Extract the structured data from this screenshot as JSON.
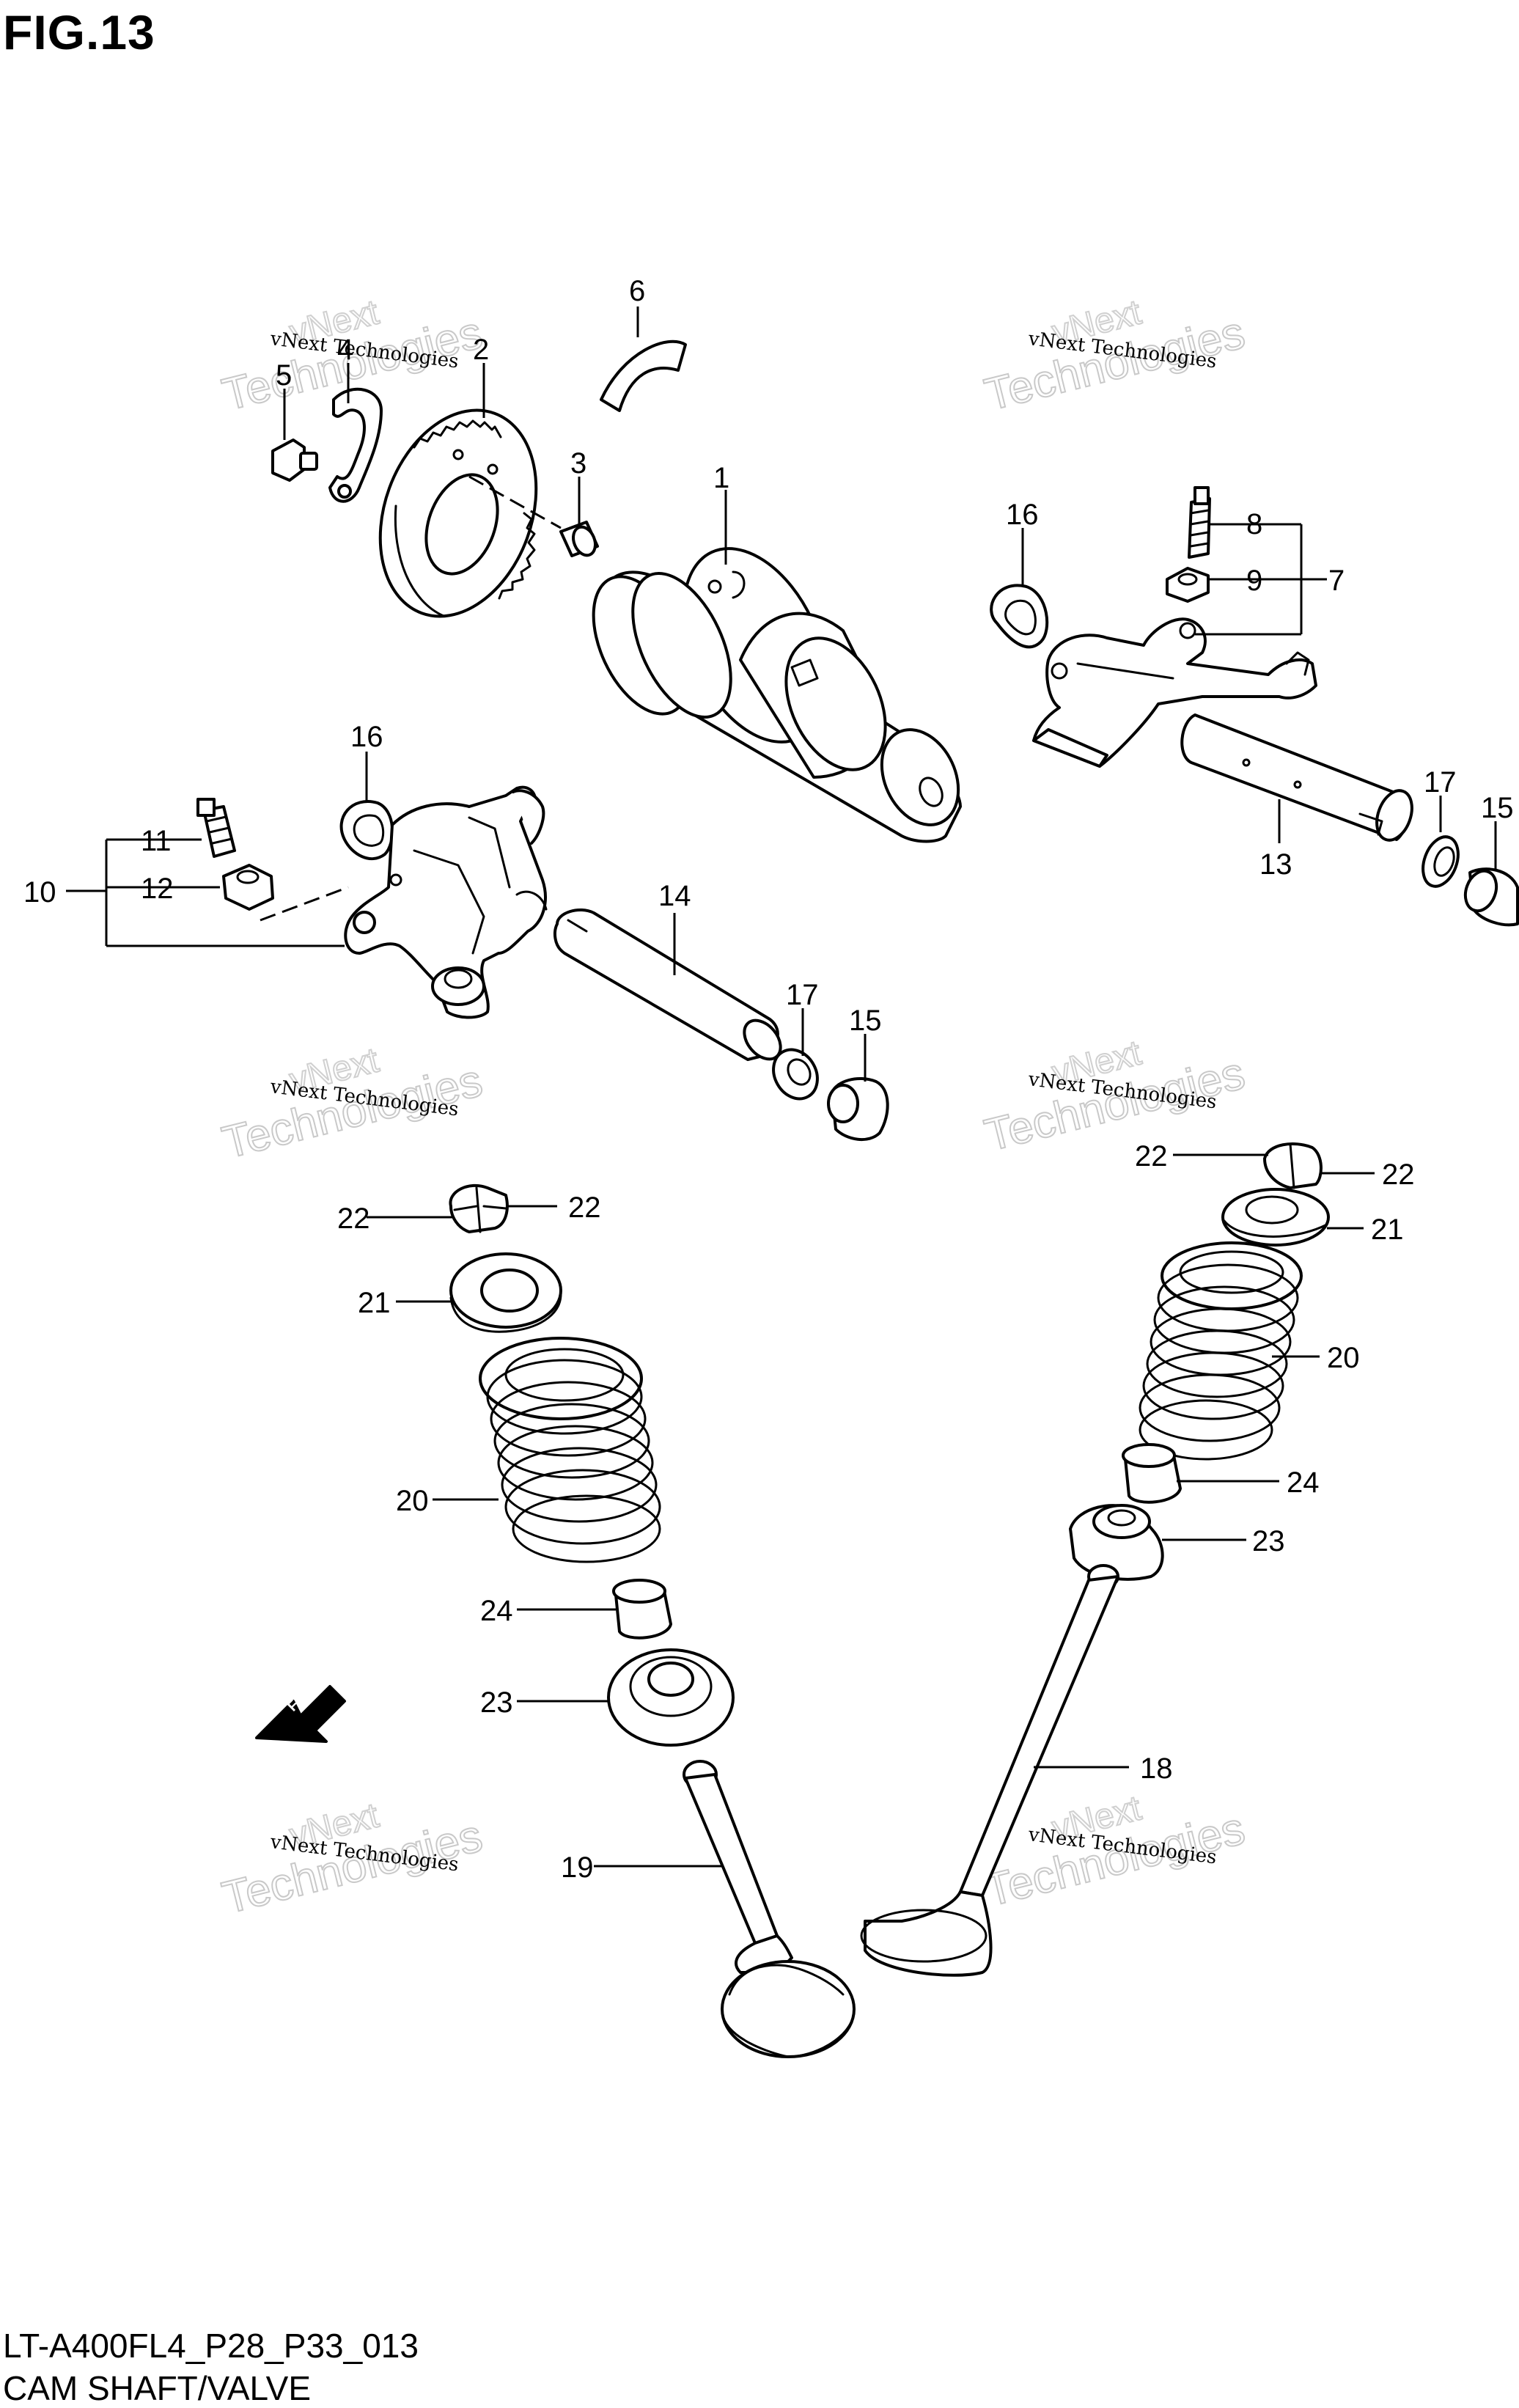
{
  "figure_title": "FIG.13",
  "footer": {
    "code": "LT-A400FL4_P28_P33_013",
    "name": "CAM SHAFT/VALVE"
  },
  "watermark": {
    "line1": "vNext Technologies",
    "line2": "Technologies",
    "line3": "vNext"
  },
  "fwd_label": "FWD",
  "callouts": [
    "1",
    "2",
    "3",
    "4",
    "5",
    "6",
    "7",
    "8",
    "9",
    "10",
    "11",
    "12",
    "13",
    "14",
    "15",
    "15",
    "16",
    "16",
    "17",
    "17",
    "18",
    "19",
    "20",
    "20",
    "21",
    "21",
    "22",
    "22",
    "22",
    "22",
    "23",
    "23",
    "24",
    "24"
  ]
}
